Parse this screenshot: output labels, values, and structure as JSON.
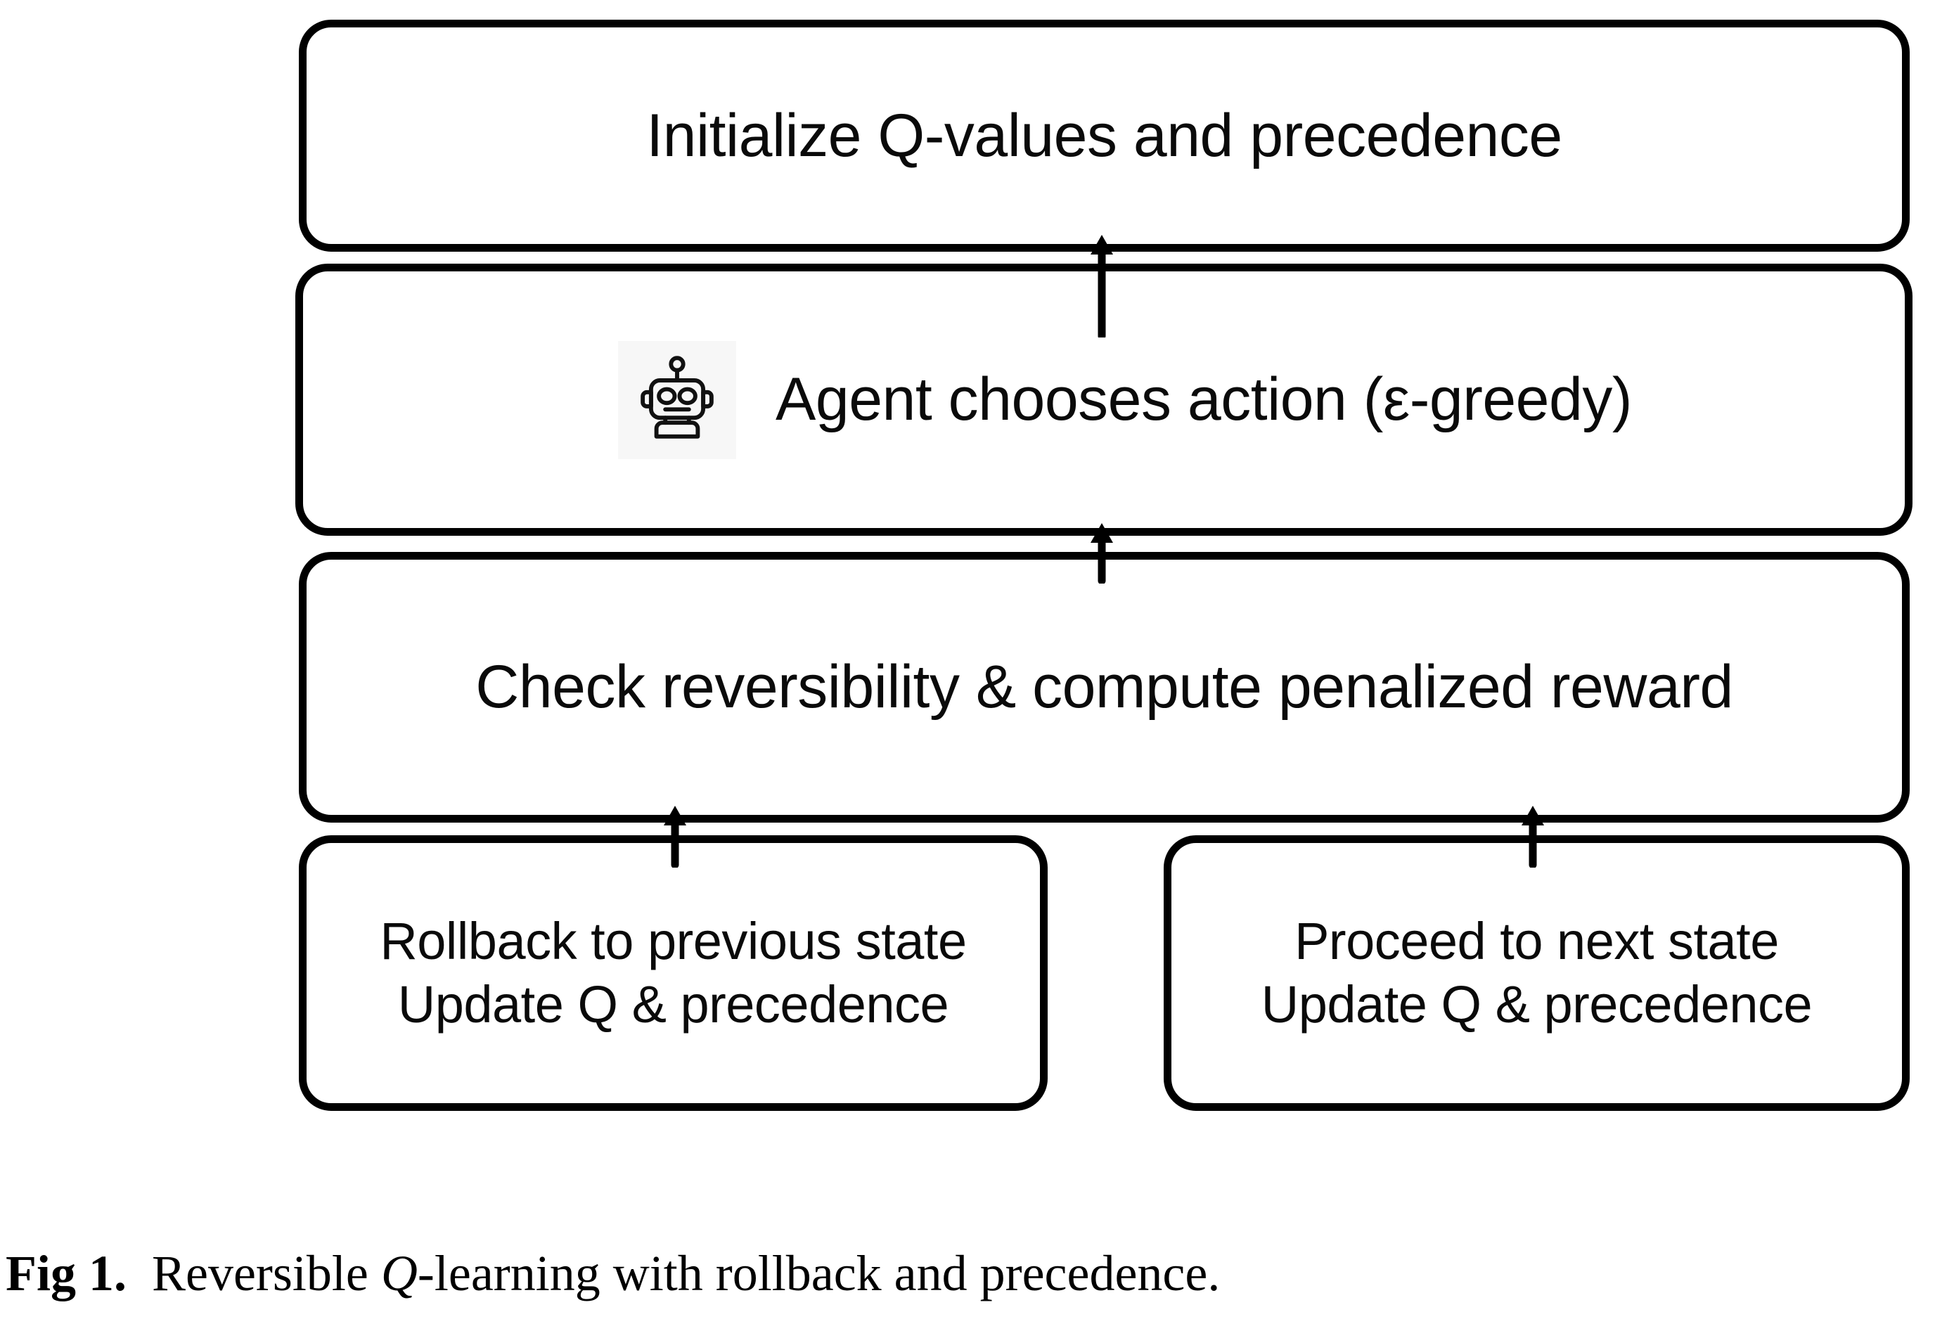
{
  "figure": {
    "type": "flowchart",
    "orientation": "vertical-stack-with-branch",
    "background_color": "#ffffff",
    "stroke_color": "#000000",
    "nodes": [
      {
        "id": "initialize",
        "label": "Initialize Q-values and precedence",
        "icon": null
      },
      {
        "id": "agent",
        "label": "Agent chooses action (ε-greedy)",
        "icon": "robot-icon"
      },
      {
        "id": "check",
        "label": "Check reversibility & compute penalized reward",
        "icon": null
      },
      {
        "id": "rollback",
        "label": "Rollback to previous state\nUpdate Q & precedence",
        "icon": null
      },
      {
        "id": "proceed",
        "label": "Proceed to next state\nUpdate Q & precedence",
        "icon": null
      }
    ],
    "edges": [
      {
        "id": "agent-to-initialize",
        "from": "agent",
        "to": "initialize",
        "direction": "up"
      },
      {
        "id": "check-to-agent",
        "from": "check",
        "to": "agent",
        "direction": "up"
      },
      {
        "id": "rollback-to-check",
        "from": "rollback",
        "to": "check",
        "direction": "up"
      },
      {
        "id": "proceed-to-check",
        "from": "proceed",
        "to": "check",
        "direction": "up"
      }
    ]
  },
  "caption": {
    "tag": "Fig 1.",
    "before_q": "Reversible ",
    "q": "Q",
    "after_q": "-learning with rollback and precedence."
  }
}
